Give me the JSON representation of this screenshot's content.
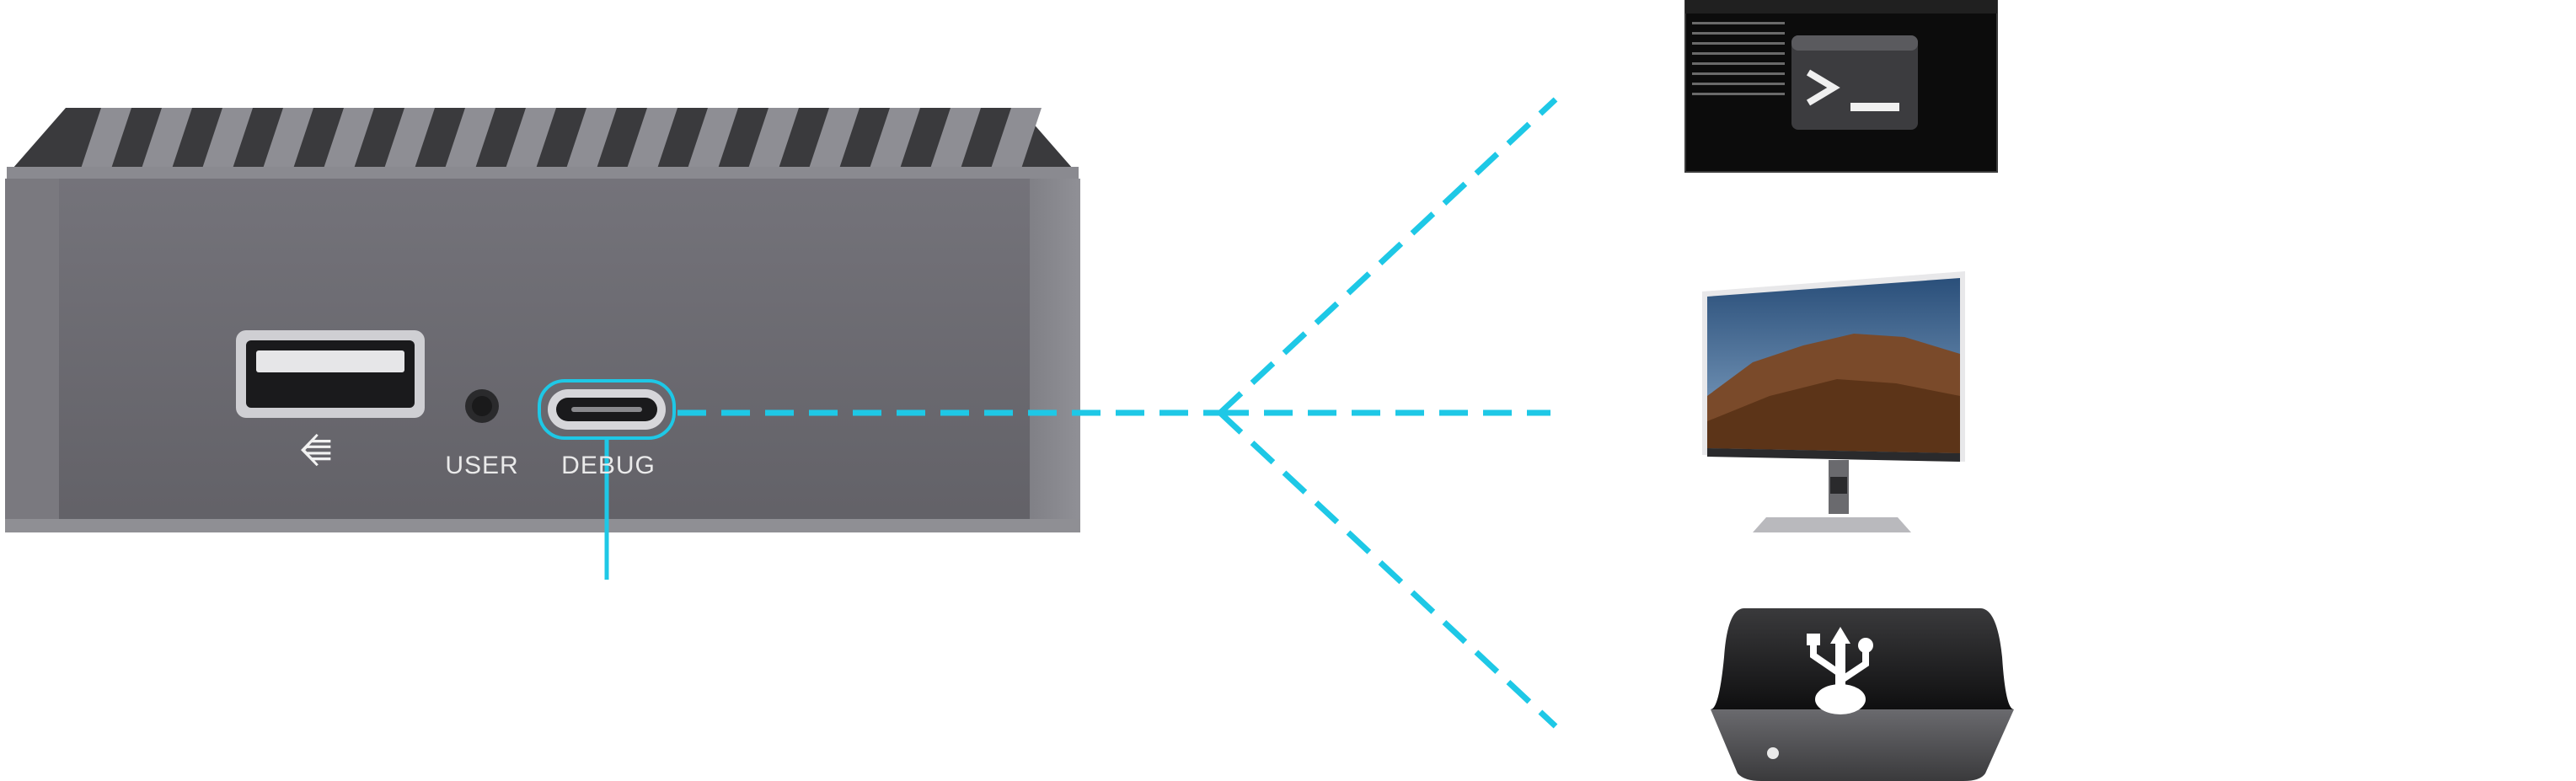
{
  "device": {
    "ports": [
      {
        "id": "usb-a",
        "label": "",
        "icon": "usb-icon"
      },
      {
        "id": "user",
        "label": "USER",
        "icon": "user-button-icon"
      },
      {
        "id": "debug",
        "label": "DEBUG",
        "icon": "usb-c-port-icon"
      }
    ]
  },
  "symbols": {
    "usb": "⭅"
  },
  "targets": [
    {
      "id": "terminal",
      "icon": "terminal-window-icon"
    },
    {
      "id": "monitor",
      "icon": "monitor-icon"
    },
    {
      "id": "usb-drive",
      "icon": "usb-storage-device-icon"
    }
  ],
  "colors": {
    "connector_line": "#1ec8e6",
    "device_body": "#6b6a6f",
    "fins": "#2c2c2e",
    "label_text": "#eaeaea"
  }
}
